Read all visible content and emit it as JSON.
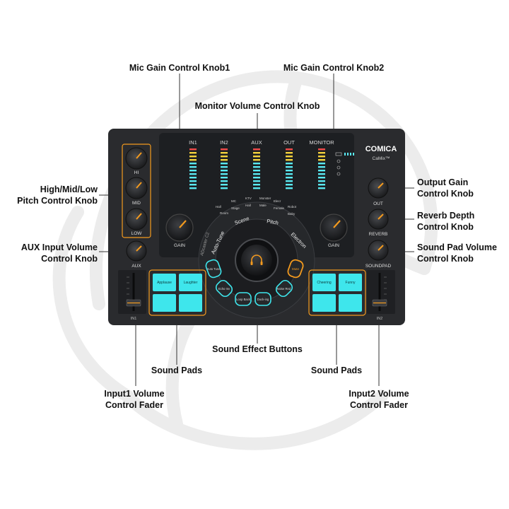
{
  "callouts": {
    "mic_gain_1": "Mic Gain Control Knob1",
    "mic_gain_2": "Mic Gain Control Knob2",
    "monitor_volume": "Monitor Volume Control Knob",
    "hml_line1": "High/Mid/Low",
    "hml_line2": "Pitch Control Knob",
    "aux_line1": "AUX Input Volume",
    "aux_line2": "Control Knob",
    "output_line1": "Output Gain",
    "output_line2": "Control Knob",
    "reverb_line1": "Reverb Depth",
    "reverb_line2": "Control Knob",
    "soundpad_line1": "Sound Pad Volume",
    "soundpad_line2": "Control Knob",
    "sound_effect": "Sound Effect Buttons",
    "sound_pads_left": "Sound Pads",
    "sound_pads_right": "Sound Pads",
    "input1_line1": "Input1 Volume",
    "input1_line2": "Control Fader",
    "input2_line1": "Input2 Volume",
    "input2_line2": "Control Fader"
  },
  "device": {
    "brand": "COMICA",
    "model": "CaMix™",
    "meter_labels": [
      "IN1",
      "IN2",
      "AUX",
      "OUT",
      "MONITOR"
    ],
    "knob_labels": {
      "hi": "HI",
      "mid": "MID",
      "low": "LOW",
      "aux": "AUX",
      "gain_left": "GAIN",
      "gain_right": "GAIN",
      "out": "OUT",
      "reverb": "REVERB",
      "soundpad": "SOUNDPAD"
    },
    "ring_labels": {
      "scene": "Scene",
      "pitch": "Pitch",
      "electron": "Electron",
      "autotune": "Auto-Tune",
      "model_side": "ADcaster C2"
    },
    "scene_items": [
      "Hall",
      "Room",
      "MC",
      "Stage",
      "KTV",
      "Hall",
      "Monster",
      "Male",
      "Elecr",
      "Female",
      "Robot",
      "Baby"
    ],
    "pads_left": [
      "Applause",
      "Laughter",
      "",
      ""
    ],
    "pads_right": [
      "Cheering",
      "Funny",
      "",
      ""
    ],
    "effect_buttons": [
      "Auto Tune",
      "Echo Inv",
      "Loop Back",
      "Duck-ing",
      "Noise Red."
    ],
    "mute_label": "Mute",
    "fader_left": "IN1",
    "fader_right": "IN2",
    "colors": {
      "body": "#2a2b2e",
      "panel": "#1d1f22",
      "accent_orange": "#f39a1e",
      "pad_cyan": "#3ee6ec",
      "meter_cyan": "#59e9f2",
      "meter_yellow": "#f4d23c",
      "meter_red": "#ef4a4a"
    }
  }
}
